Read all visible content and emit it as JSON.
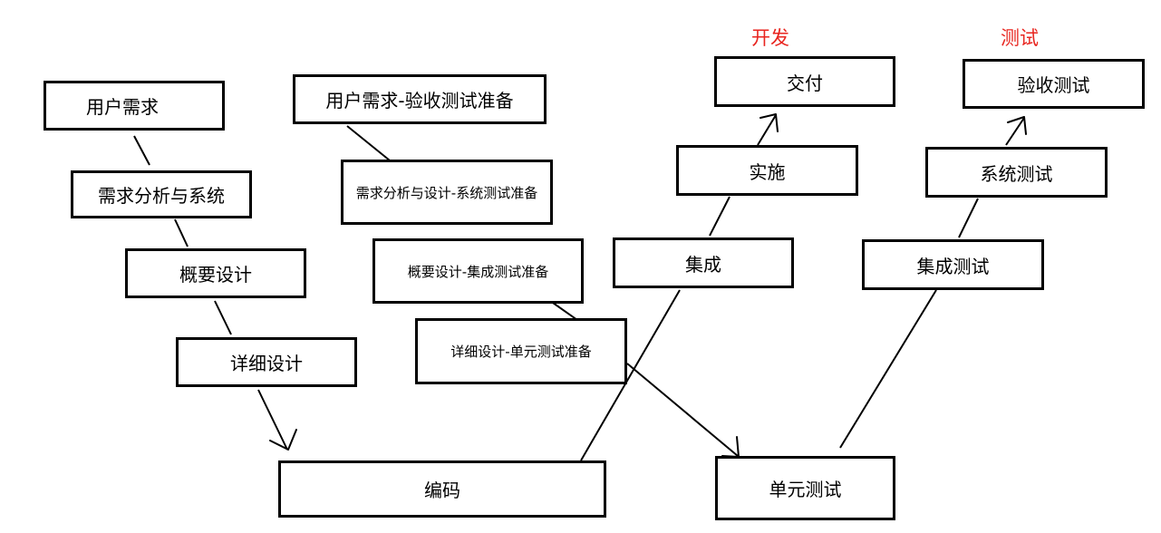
{
  "headings": {
    "dev": "开发",
    "test": "测试"
  },
  "boxes": {
    "user_req": "用户需求",
    "req_analysis": "需求分析与系统",
    "outline_design": "概要设计",
    "detail_design": "详细设计",
    "coding": "编码",
    "user_req_acceptance": "用户需求-验收测试准备",
    "req_design_system_test": "需求分析与设计-系统测试准备",
    "outline_integration_test": "概要设计-集成测试准备",
    "detail_unit_test": "详细设计-单元测试准备",
    "integration": "集成",
    "implementation": "实施",
    "delivery": "交付",
    "unit_test": "单元测试",
    "integration_test": "集成测试",
    "system_test": "系统测试",
    "acceptance_test": "验收测试"
  },
  "colors": {
    "heading": "#e8251f",
    "line": "#000000",
    "box_border": "#000000"
  }
}
